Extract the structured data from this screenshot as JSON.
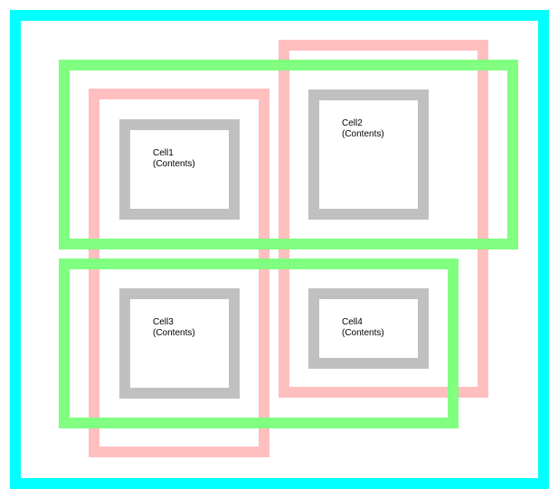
{
  "cells": [
    {
      "name": "Cell1",
      "contents": "(Contents)"
    },
    {
      "name": "Cell2",
      "contents": "(Contents)"
    },
    {
      "name": "Cell3",
      "contents": "(Contents)"
    },
    {
      "name": "Cell4",
      "contents": "(Contents)"
    }
  ],
  "colors": {
    "outer_frame": "#00ffff",
    "column_frames": "#ffbfbf",
    "row_frames": "#80ff80",
    "cell_frames": "#c0c0c0"
  }
}
